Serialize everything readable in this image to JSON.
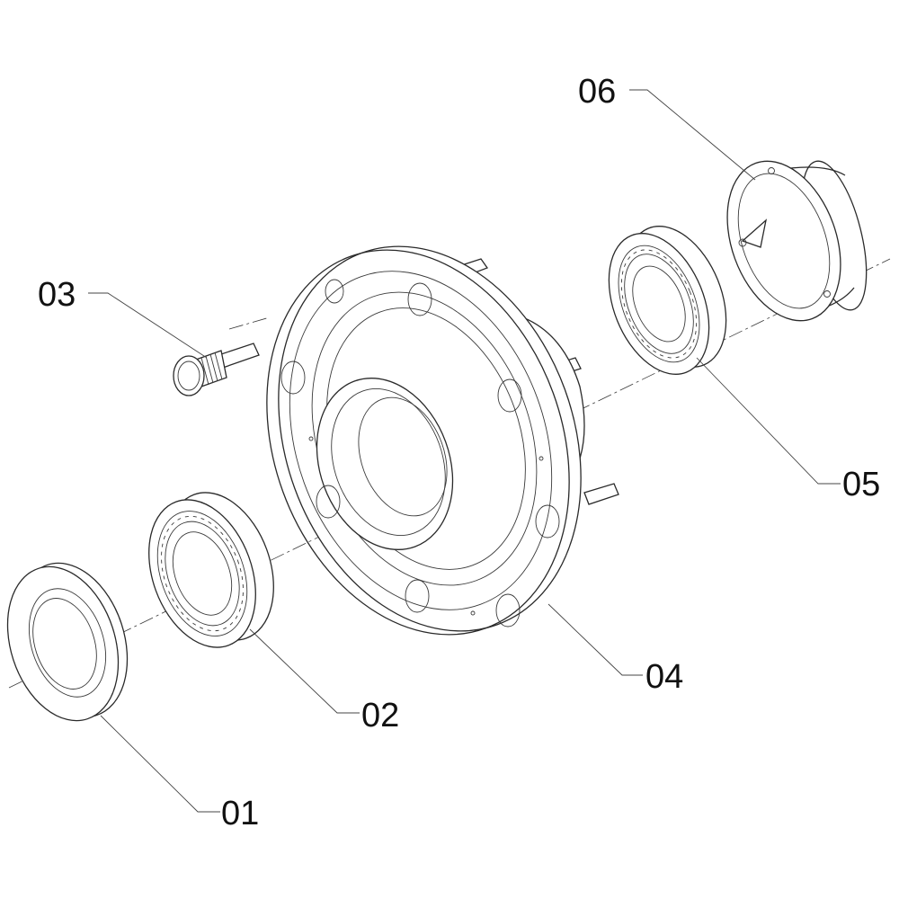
{
  "parts": [
    {
      "id": "01",
      "label": "01"
    },
    {
      "id": "02",
      "label": "02"
    },
    {
      "id": "03",
      "label": "03"
    },
    {
      "id": "04",
      "label": "04"
    },
    {
      "id": "05",
      "label": "05"
    },
    {
      "id": "06",
      "label": "06"
    }
  ]
}
